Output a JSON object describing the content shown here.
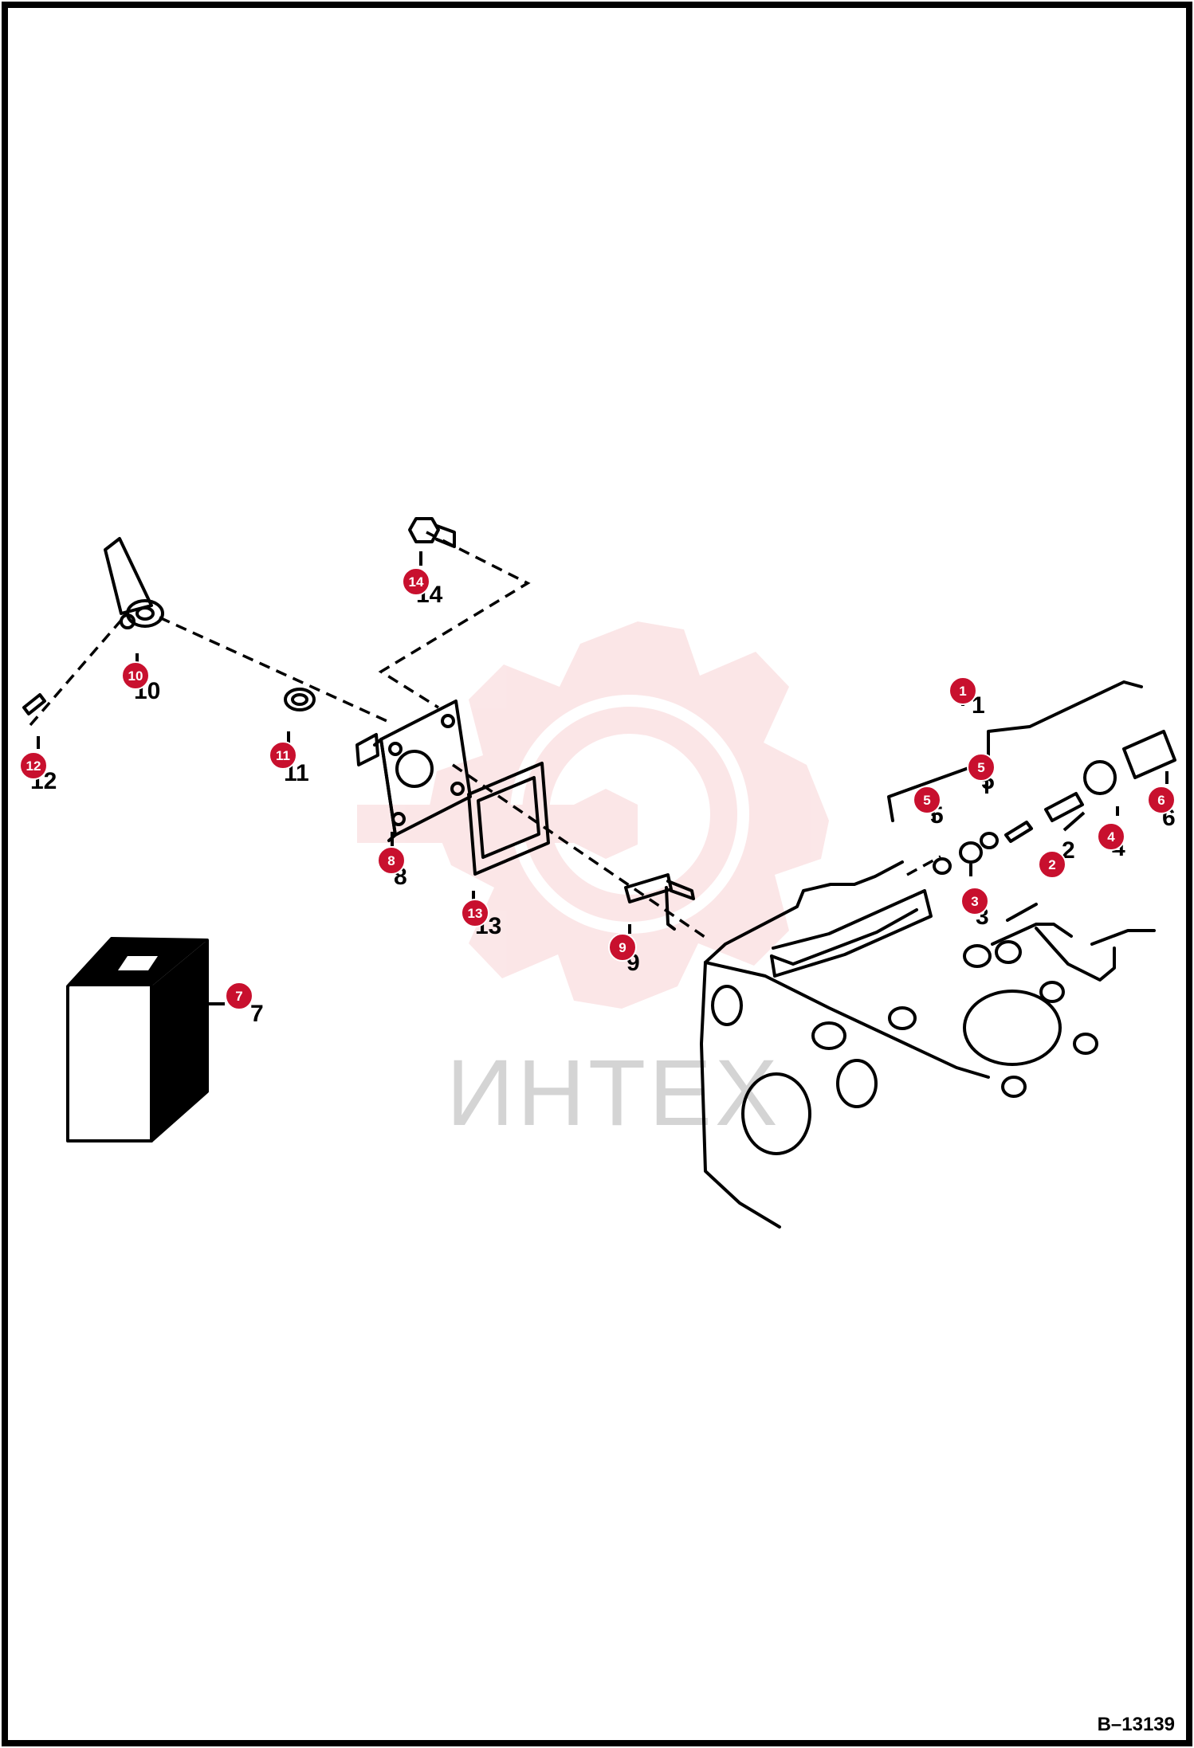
{
  "figure_ref": "B–13139",
  "watermark": {
    "text": "ИНТЕХ",
    "color": "#f3b6b9",
    "text_color": "#d4d4d4"
  },
  "callout_color": "#c8102e",
  "callouts": [
    {
      "id": "1",
      "label": "1"
    },
    {
      "id": "2",
      "label": "2"
    },
    {
      "id": "3",
      "label": "3"
    },
    {
      "id": "4",
      "label": "4"
    },
    {
      "id": "5a",
      "label": "5"
    },
    {
      "id": "5b",
      "label": "5"
    },
    {
      "id": "6",
      "label": "6"
    },
    {
      "id": "7",
      "label": "7"
    },
    {
      "id": "8",
      "label": "8"
    },
    {
      "id": "9",
      "label": "9"
    },
    {
      "id": "10",
      "label": "10"
    },
    {
      "id": "11",
      "label": "11"
    },
    {
      "id": "12",
      "label": "12"
    },
    {
      "id": "13",
      "label": "13"
    },
    {
      "id": "14",
      "label": "14"
    }
  ],
  "part_numbers": {
    "n1": "1",
    "n2": "2",
    "n3": "3",
    "n4": "4",
    "n5a": "5",
    "n5b": "5",
    "n6": "6",
    "n7": "7",
    "n8": "8",
    "n9": "9",
    "n10": "10",
    "n11": "11",
    "n12": "12",
    "n13": "13",
    "n14": "14"
  }
}
